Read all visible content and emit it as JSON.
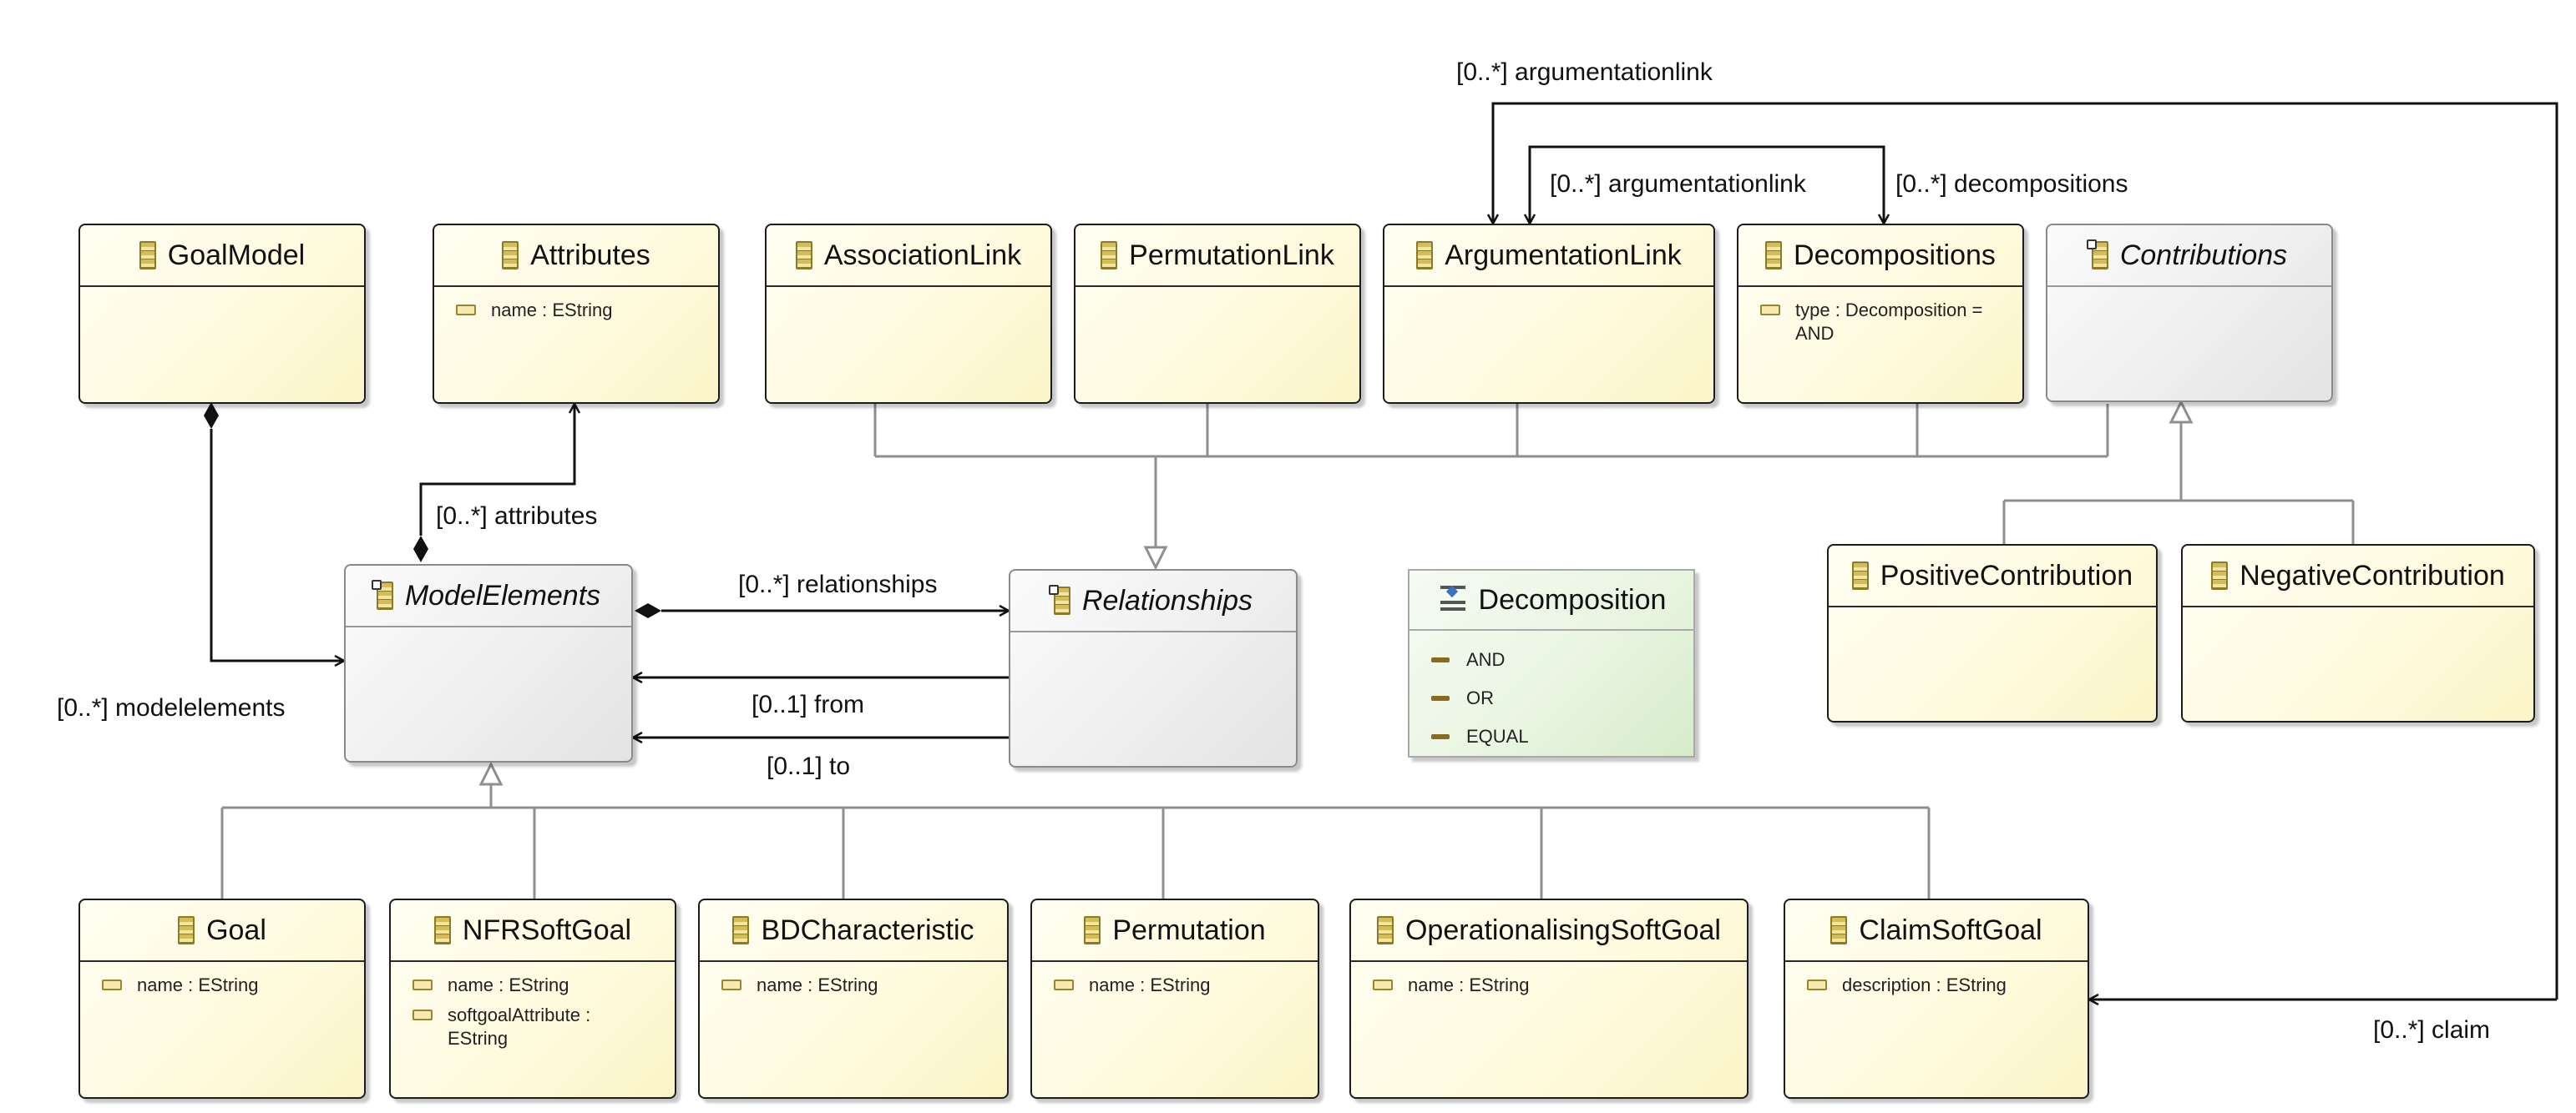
{
  "classes": {
    "goal_model": {
      "name": "GoalModel"
    },
    "attributes": {
      "name": "Attributes",
      "attr1": "name : EString"
    },
    "association_link": {
      "name": "AssociationLink"
    },
    "permutation_link": {
      "name": "PermutationLink"
    },
    "argumentation_link": {
      "name": "ArgumentationLink"
    },
    "decompositions": {
      "name": "Decompositions",
      "attr1": "type : Decomposition = AND"
    },
    "contributions": {
      "name": "Contributions"
    },
    "model_elements": {
      "name": "ModelElements"
    },
    "relationships": {
      "name": "Relationships"
    },
    "positive_contribution": {
      "name": "PositiveContribution"
    },
    "negative_contribution": {
      "name": "NegativeContribution"
    },
    "goal": {
      "name": "Goal",
      "attr1": "name : EString"
    },
    "nfr_soft_goal": {
      "name": "NFRSoftGoal",
      "attr1": "name : EString",
      "attr2": "softgoalAttribute : EString"
    },
    "bd_characteristic": {
      "name": "BDCharacteristic",
      "attr1": "name : EString"
    },
    "permutation": {
      "name": "Permutation",
      "attr1": "name : EString"
    },
    "operationalising_soft_goal": {
      "name": "OperationalisingSoftGoal",
      "attr1": "name : EString"
    },
    "claim_soft_goal": {
      "name": "ClaimSoftGoal",
      "attr1": "description : EString"
    }
  },
  "enums": {
    "decomposition": {
      "name": "Decomposition",
      "literals": [
        "AND",
        "OR",
        "EQUAL"
      ]
    }
  },
  "references": {
    "attributes": "[0..*] attributes",
    "modelelements": "[0..*] modelelements",
    "relationships": "[0..*] relationships",
    "from": "[0..1] from",
    "to": "[0..1] to",
    "argumentationlink_outer": "[0..*] argumentationlink",
    "argumentationlink_inner": "[0..*] argumentationlink",
    "decompositions": "[0..*] decompositions",
    "claim": "[0..*] claim"
  },
  "colors": {
    "class_fill": "#fefbdf",
    "abstract_fill": "#efefef",
    "enum_fill": "#e9f5e2",
    "inheritance_line": "#8f8f8f",
    "reference_line": "#111111"
  }
}
